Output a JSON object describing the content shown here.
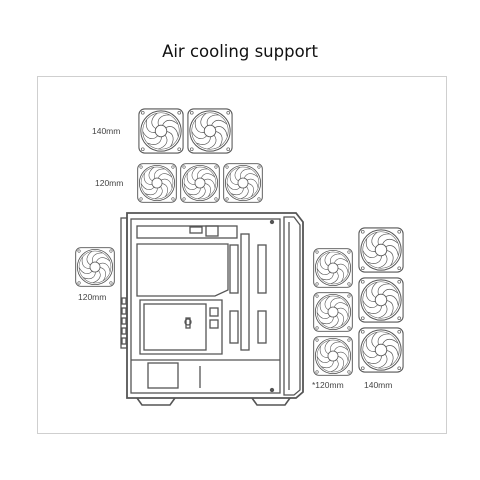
{
  "title": "Air cooling support",
  "labels": {
    "top_row_1": "140mm",
    "top_row_2": "120mm",
    "rear": "120mm",
    "front_small": "*120mm",
    "front_large": "140mm"
  },
  "colors": {
    "line": "#555555",
    "frame": "#cfcfcf",
    "text": "#111111"
  },
  "icons": [
    "fan-icon",
    "pc-case-icon"
  ]
}
